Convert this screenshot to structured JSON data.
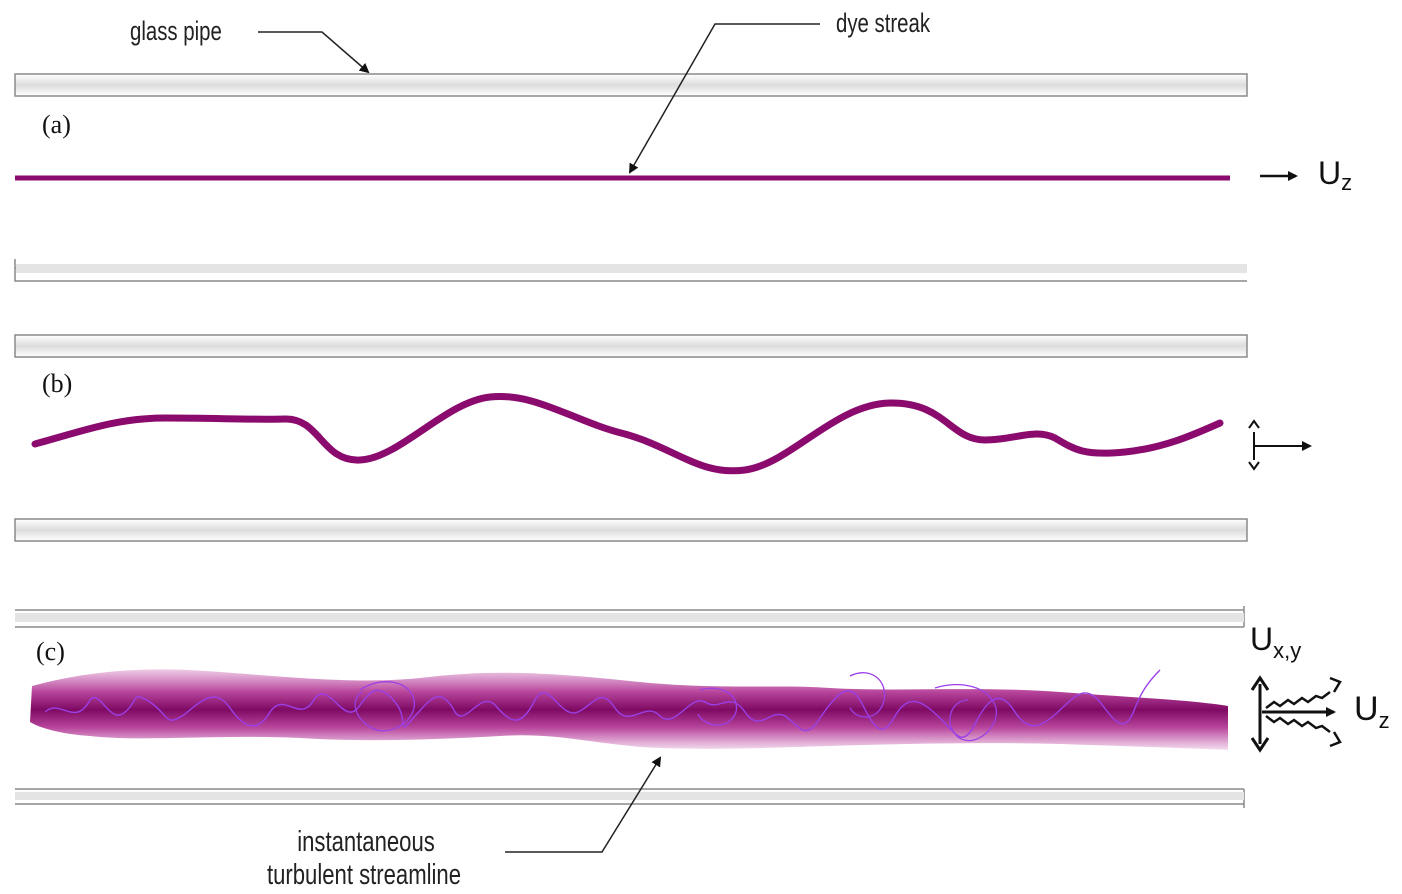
{
  "labels": {
    "glass_pipe": "glass pipe",
    "dye_streak": "dye streak",
    "instantaneous": "instantaneous",
    "turbulent_streamline": "turbulent streamline"
  },
  "panels": {
    "a": "(a)",
    "b": "(b)",
    "c": "(c)"
  },
  "velocity": {
    "U": "U",
    "z": "z",
    "xy": "x,y",
    "arrow_glyph": "→"
  },
  "colors": {
    "dye": "#8b0a6e",
    "streamline": "#9b3fe6",
    "pipe_edge": "#8a8a8a",
    "pipe_fill": "#e6e6e6"
  }
}
